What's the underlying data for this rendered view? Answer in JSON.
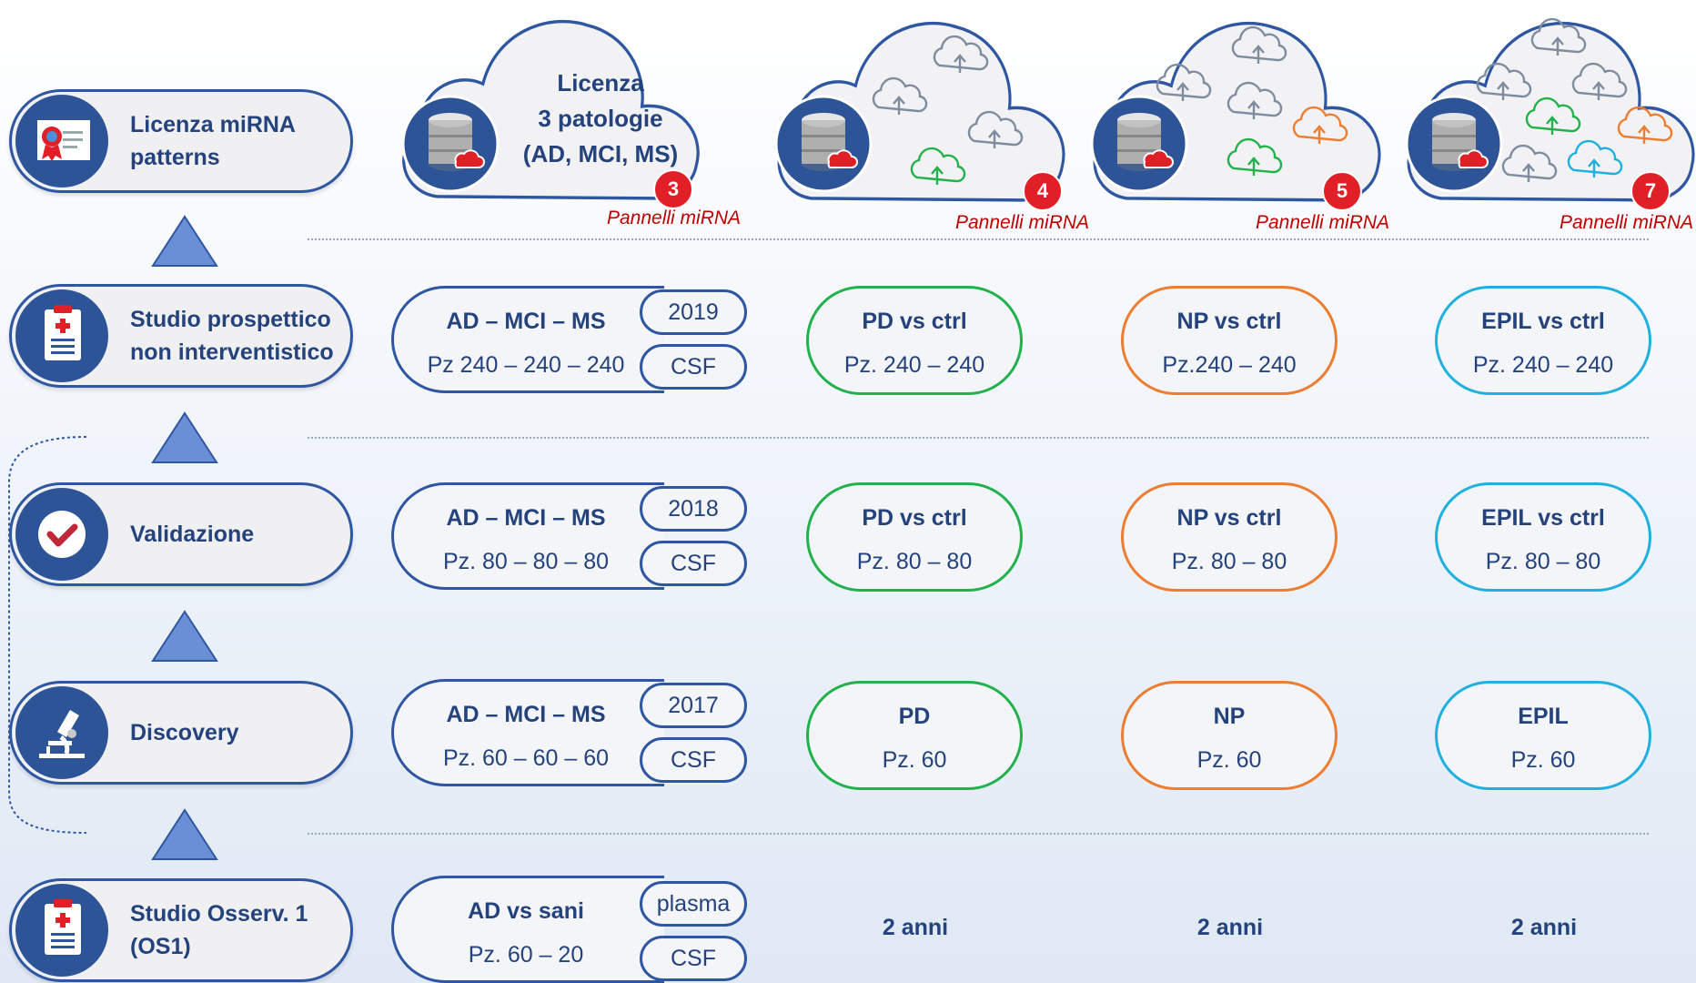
{
  "stages": [
    {
      "label": "Licenza miRNA\npatterns",
      "icon": "certificate-icon"
    },
    {
      "label": "Studio prospettico\nnon interventistico",
      "icon": "clipboard-icon"
    },
    {
      "label": "Validazione",
      "icon": "checkmark-icon"
    },
    {
      "label": "Discovery",
      "icon": "microscope-icon"
    },
    {
      "label": "Studio Osserv. 1\n(OS1)",
      "icon": "clipboard-icon"
    }
  ],
  "license": {
    "text": "Licenza\n3 patologie\n(AD, MCI, MS)",
    "panels": [
      {
        "count": "3",
        "label": "Pannelli miRNA"
      },
      {
        "count": "4",
        "label": "Pannelli miRNA"
      },
      {
        "count": "5",
        "label": "Pannelli miRNA"
      },
      {
        "count": "7",
        "label": "Pannelli miRNA"
      }
    ]
  },
  "main_rows": [
    {
      "title": "AD – MCI – MS",
      "sub": "Pz 240 – 240 – 240",
      "tag1": "2019",
      "tag2": "CSF"
    },
    {
      "title": "AD – MCI – MS",
      "sub": "Pz. 80 – 80 – 80",
      "tag1": "2018",
      "tag2": "CSF"
    },
    {
      "title": "AD – MCI – MS",
      "sub": "Pz. 60 – 60 – 60",
      "tag1": "2017",
      "tag2": "CSF"
    },
    {
      "title": "AD vs sani",
      "sub": "Pz. 60 – 20",
      "tag1": "plasma",
      "tag2": "CSF"
    }
  ],
  "pd": [
    {
      "title": "PD vs ctrl",
      "sub": "Pz. 240 – 240"
    },
    {
      "title": "PD vs ctrl",
      "sub": "Pz. 80 – 80"
    },
    {
      "title": "PD",
      "sub": "Pz. 60"
    }
  ],
  "np": [
    {
      "title": "NP vs ctrl",
      "sub": "Pz.240 – 240"
    },
    {
      "title": "NP vs ctrl",
      "sub": "Pz. 80 – 80"
    },
    {
      "title": "NP",
      "sub": "Pz. 60"
    }
  ],
  "epil": [
    {
      "title": "EPIL vs ctrl",
      "sub": "Pz. 240 – 240"
    },
    {
      "title": "EPIL vs ctrl",
      "sub": "Pz. 80 – 80"
    },
    {
      "title": "EPIL",
      "sub": "Pz. 60"
    }
  ],
  "duration": [
    "2 anni",
    "2 anni",
    "2 anni"
  ],
  "colors": {
    "navy": "#2f56a0",
    "green": "#22b14c",
    "orange": "#ed7d31",
    "cyan": "#1fb0e0",
    "badge": "#e01f26"
  }
}
